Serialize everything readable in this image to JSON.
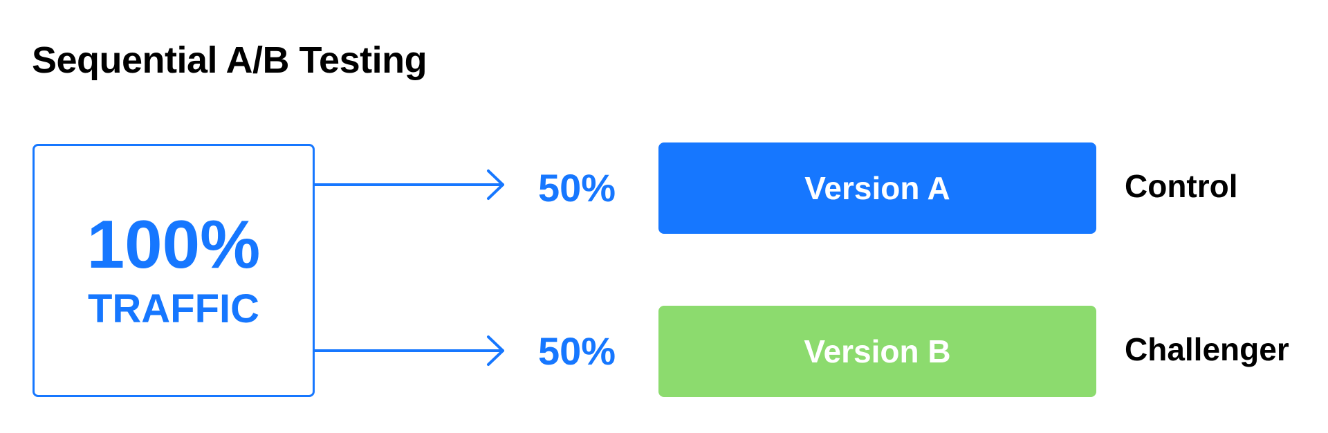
{
  "title": "Sequential A/B Testing",
  "source": {
    "percent": "100%",
    "label": "TRAFFIC"
  },
  "branches": [
    {
      "split": "50%",
      "variant": "Version A",
      "role": "Control",
      "color": "#1677ff"
    },
    {
      "split": "50%",
      "variant": "Version B",
      "role": "Challenger",
      "color": "#8cdb6e"
    }
  ],
  "colors": {
    "accent": "#1677ff",
    "text": "#000000",
    "variant_text": "#ffffff"
  }
}
